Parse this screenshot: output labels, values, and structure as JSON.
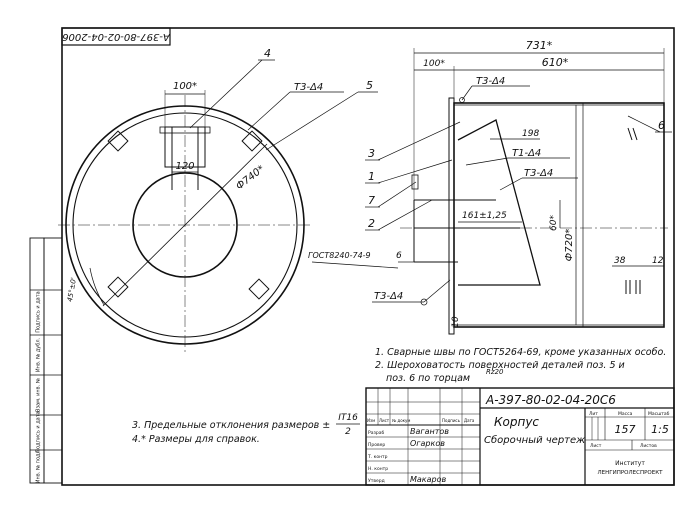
{
  "drawing": {
    "code_top": "А-397-80-02-04-2006",
    "code_main": "А-397-80-02-04-20С6",
    "title_line1": "Корпус",
    "title_line2": "Сборочный чертеж",
    "sheet_no": "157",
    "scale": "1:5",
    "org_line1": "Институт",
    "org_line2": "ЛЕНГИПРОЛЕСПРОЕКТ",
    "col_lit": "Лит",
    "col_mass": "Масса",
    "col_scale": "Масштаб",
    "col_sheet": "Лист",
    "col_sheets": "Листов",
    "hdr_izm": "Изм",
    "hdr_list": "Лист",
    "hdr_doc": "№ докум",
    "hdr_sign": "Подпись",
    "hdr_date": "Дата",
    "role_dev": "Разраб",
    "role_check": "Провер",
    "role_tkontr": "Т. контр",
    "role_nkontr": "Н. контр",
    "role_utv": "Утверд",
    "name_dev": "Вагантов",
    "name_check": "Огарков",
    "name_utv": "Макаров"
  },
  "notes": {
    "n1": "1. Сварные швы по ГОСТ5264-69, кроме указанных особо.",
    "n2_a": "2. Шероховатость поверхностей деталей поз. 5 и",
    "n2_b": "поз. 6 по торцам",
    "n2_c": "Rz20",
    "n3_a": "3. Предельные отклонения размеров ±",
    "n3_frac_top": "IT16",
    "n3_frac_bot": "2",
    "n4": "4.* Размеры для справок."
  },
  "left_view": {
    "dim_100": "100*",
    "dim_120": "120",
    "dim_dia740": "Ф740*",
    "dim_angle": "45°±0'",
    "weld_label": "Т3-Δ4",
    "pos_4": "4",
    "pos_5": "5"
  },
  "right_view": {
    "dim_731": "731*",
    "dim_100": "100*",
    "dim_610": "610*",
    "dim_198": "198",
    "dim_161": "161±1,25",
    "dim_60": "60*",
    "dim_dia720": "Ф720*",
    "dim_6": "6",
    "dim_38": "38",
    "dim_12": "12",
    "dim_10": "10",
    "weld_t3_top": "Т3-Δ4",
    "weld_t1": "Т1-Δ4",
    "weld_t3_mid": "Т3-Δ4",
    "weld_t3_bot": "Т3-Δ4",
    "gost_label": "ГОСТ8240-74-9",
    "pos_1": "1",
    "pos_2": "2",
    "pos_3": "3",
    "pos_6": "6",
    "pos_7": "7"
  },
  "side_stamp": {
    "c1": "Инв. № подл.",
    "c2": "Подпись и дата",
    "c3": "Взам. инв. №",
    "c4": "Инв. № дубл.",
    "c5": "Подпись и дата"
  }
}
